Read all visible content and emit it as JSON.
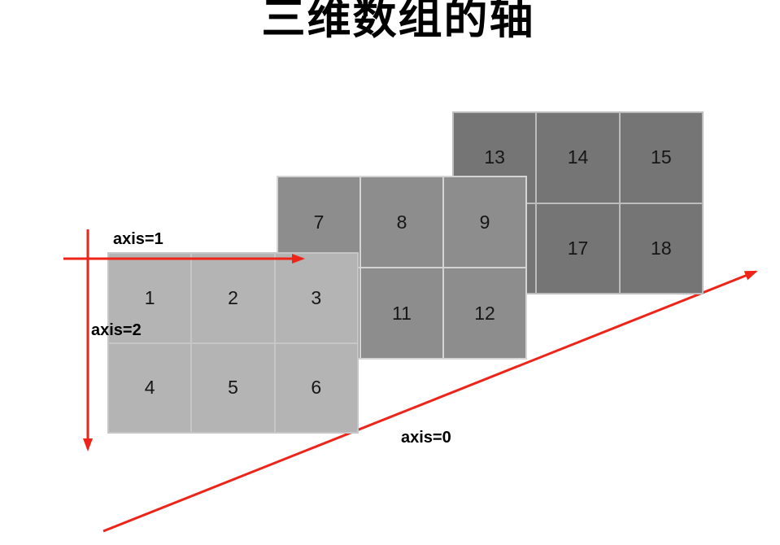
{
  "title": "三维数组的轴",
  "labels": {
    "axis0": "axis=0",
    "axis1": "axis=1",
    "axis2": "axis=2"
  },
  "array_slices": [
    {
      "name": "front",
      "cells": [
        [
          "1",
          "2",
          "3"
        ],
        [
          "4",
          "5",
          "6"
        ]
      ],
      "bg": "#b4b4b4",
      "line": "#c6c6c6"
    },
    {
      "name": "middle",
      "cells": [
        [
          "7",
          "8",
          "9"
        ],
        [
          "",
          "11",
          "12"
        ]
      ],
      "bg": "#8d8d8d",
      "line": "#d4d4d4"
    },
    {
      "name": "back",
      "cells": [
        [
          "13",
          "14",
          "15"
        ],
        [
          "",
          "17",
          "18"
        ]
      ],
      "bg": "#757575",
      "line": "#bdbdbd"
    }
  ],
  "colors": {
    "arrow": "#ee2418",
    "number_text": "#161616",
    "label_text": "#000000",
    "background": "#ffffff"
  }
}
